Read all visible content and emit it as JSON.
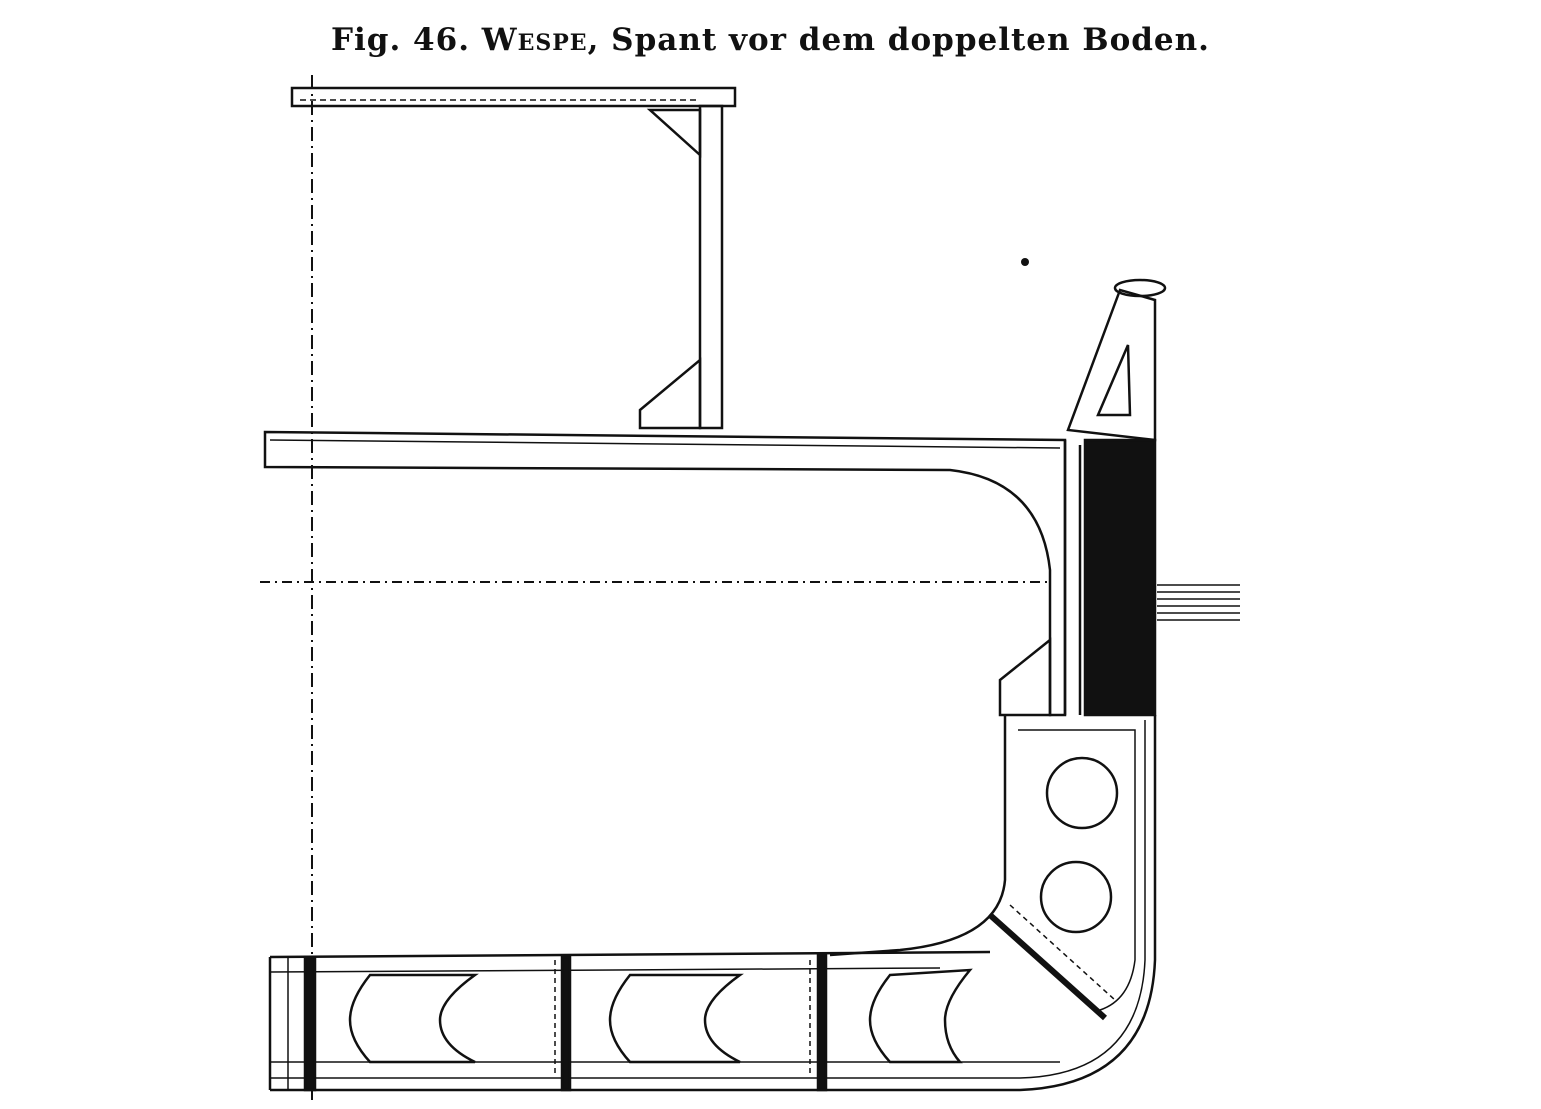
{
  "figure": {
    "number_label": "Fig. 46.",
    "ship_name": "Wespe",
    "caption_rest": ", Spant vor dem doppelten Boden."
  },
  "colors": {
    "ink": "#111111",
    "paper": "#ffffff"
  }
}
